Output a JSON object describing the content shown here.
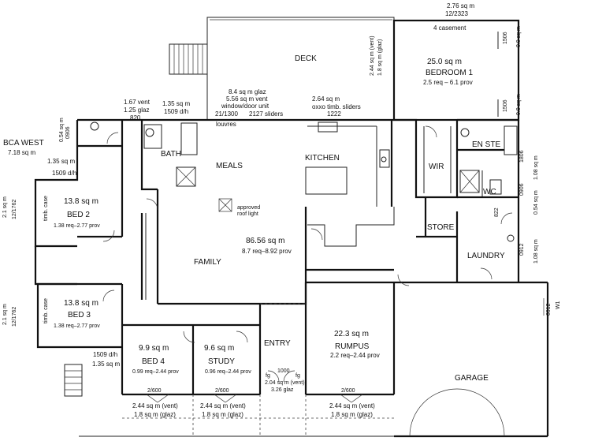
{
  "header": {
    "area": "2.76 sq m",
    "code": "12/2323"
  },
  "bca_west": {
    "title": "BCA WEST",
    "area": "7.18 sq m"
  },
  "deck": {
    "label": "DECK"
  },
  "bedroom1": {
    "area": "25.0 sq m",
    "name": "BEDROOM 1",
    "req": "2.5 req – 6.1 prov",
    "casement": "4 casement",
    "vent": "2.44 sq m (vent)",
    "glaz": "1.8 sq m (glaz)"
  },
  "side_notes": {
    "n1506a": "1506",
    "n09a": "0.9 sq m",
    "n1506b": "1506",
    "n09b": "0.9 sq m"
  },
  "family_window": {
    "glaz": "8.4 sq m glaz",
    "vent": "5.56 sq m vent",
    "unit": "window/door unit",
    "code": "21/1300",
    "sliders": "2127 sliders",
    "louvres": "louvres"
  },
  "kitchen_window": {
    "area": "2.64 sq m",
    "desc": "oxxo timb. sliders",
    "code": "1222"
  },
  "bath_window": {
    "vent": "1.67 vent",
    "glaz": "1.25 glaz",
    "code": "820",
    "area": "1.35 sq m",
    "dh": "1509 d/h"
  },
  "wc_top": {
    "code": "0906",
    "area": "0.54 sq m"
  },
  "bed2_window": {
    "area": "1.35 sq m",
    "dh": "1509 d/h"
  },
  "bath": {
    "label": "BATH"
  },
  "meals": {
    "label": "MEALS"
  },
  "kitchen": {
    "label": "KITCHEN"
  },
  "wir": {
    "label": "WIR"
  },
  "ensuite": {
    "label": "EN STE"
  },
  "wc": {
    "label": "WC"
  },
  "store": {
    "label": "STORE"
  },
  "laundry": {
    "label": "LAUNDRY"
  },
  "right_notes": {
    "n1806": "1806",
    "n108a": "1.08 sq m",
    "n0906": "0906",
    "n054": "0.54 sq m",
    "n0912": "0912",
    "n108b": "1.08 sq m",
    "ws": "822",
    "garage_win": "0912",
    "w1": "W1"
  },
  "roof_light": {
    "line1": "approved",
    "line2": "roof light"
  },
  "family": {
    "label": "FAMILY",
    "area": "86.56 sq m",
    "req": "8.7 req–8.92 prov"
  },
  "bed2": {
    "area": "13.8 sq m",
    "name": "BED 2",
    "req": "1.38 req–2.77 prov",
    "win1": "2.1 sq m",
    "win2": "12/1762",
    "timb": "timb. case"
  },
  "bed3": {
    "area": "13.8 sq m",
    "name": "BED 3",
    "req": "1.38 req–2.77 prov",
    "win1": "2.1 sq m",
    "win2": "12/1762",
    "timb": "timb. case"
  },
  "bed3_win": {
    "dh": "1509 d/h",
    "area": "1.35 sq m"
  },
  "bed4": {
    "area": "9.9 sq m",
    "name": "BED 4",
    "req": "0.99 req–2.44 prov",
    "code": "2/600",
    "vent": "2.44 sq m (vent)",
    "glaz": "1.8 sq m (glaz)"
  },
  "study": {
    "area": "9.6 sq m",
    "name": "STUDY",
    "req": "0.96 req–2.44 prov",
    "code": "2/600",
    "vent": "2.44 sq m (vent)",
    "glaz": "1.8 sq m (glaz)"
  },
  "entry": {
    "label": "ENTRY",
    "width": "1000",
    "fg1": "fg",
    "fg2": "fg",
    "vent": "2.04 sq m (vent)",
    "glaz": "3.26 glaz"
  },
  "rumpus": {
    "area": "22.3 sq m",
    "name": "RUMPUS",
    "req": "2.2 req–2.44 prov",
    "code": "2/600",
    "vent": "2.44 sq m (vent)",
    "glaz": "1.8 sq m (glaz)"
  },
  "garage": {
    "label": "GARAGE"
  }
}
